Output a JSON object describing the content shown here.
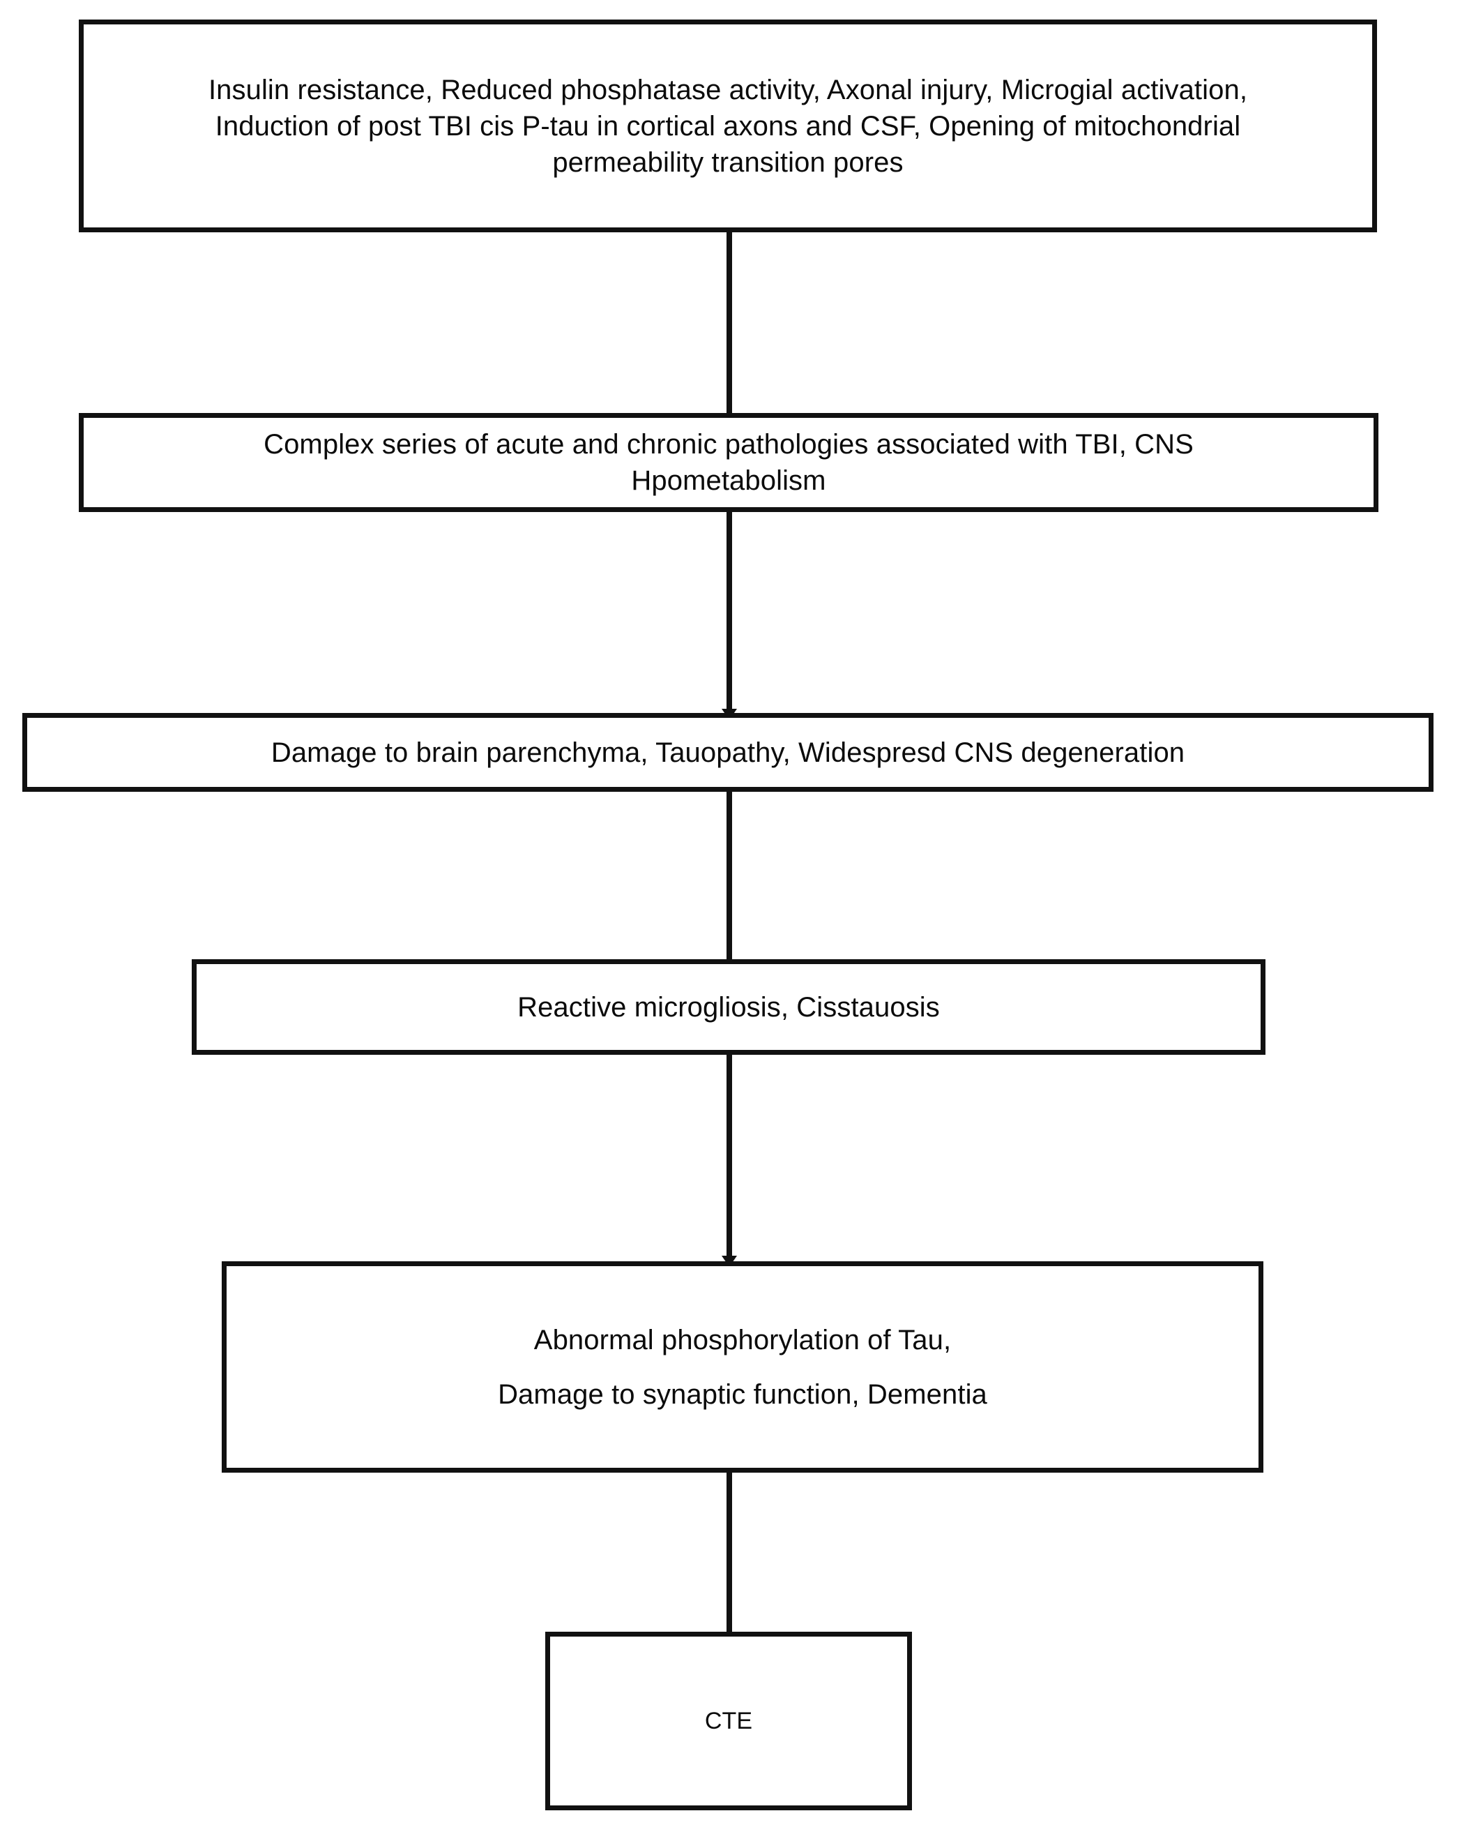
{
  "diagram": {
    "title": "CTE pathophysiology flowchart",
    "orientation": "top-to-bottom",
    "background_color": "#ffffff",
    "border_color": "#111111",
    "text_color": "#0b0b0b",
    "nodes": [
      {
        "id": "node-1",
        "label": "initial-pathology-node",
        "lines": [
          "Insulin resistance, Reduced phosphatase activity, Axonal injury, Microgial activation,",
          "Induction of post TBI cis P-tau in cortical axons and CSF, Opening of mitochondrial",
          "permeability transition pores"
        ]
      },
      {
        "id": "node-2",
        "label": "acute-chronic-pathologies-node",
        "lines": [
          "Complex series of acute and chronic pathologies associated with TBI, CNS",
          "Hpometabolism"
        ]
      },
      {
        "id": "node-3",
        "label": "parenchyma-damage-node",
        "lines": [
          "Damage to brain parenchyma, Tauopathy, Widespresd CNS degeneration"
        ]
      },
      {
        "id": "node-4",
        "label": "microgliosis-node",
        "lines": [
          "Reactive microgliosis, Cisstauosis"
        ]
      },
      {
        "id": "node-5",
        "label": "tau-phosphorylation-node",
        "lines": [
          "Abnormal phosphorylation of Tau,",
          "Damage to synaptic function, Dementia"
        ]
      },
      {
        "id": "node-6",
        "label": "cte-outcome-node",
        "lines": [
          "CTE"
        ]
      }
    ],
    "connectors": [
      {
        "id": "connector-1",
        "from": "node-1",
        "to": "node-2",
        "arrow": false
      },
      {
        "id": "connector-2",
        "from": "node-2",
        "to": "node-3",
        "arrow": true
      },
      {
        "id": "connector-3",
        "from": "node-3",
        "to": "node-4",
        "arrow": false
      },
      {
        "id": "connector-4",
        "from": "node-4",
        "to": "node-5",
        "arrow": true
      },
      {
        "id": "connector-5",
        "from": "node-5",
        "to": "node-6",
        "arrow": false
      }
    ]
  }
}
